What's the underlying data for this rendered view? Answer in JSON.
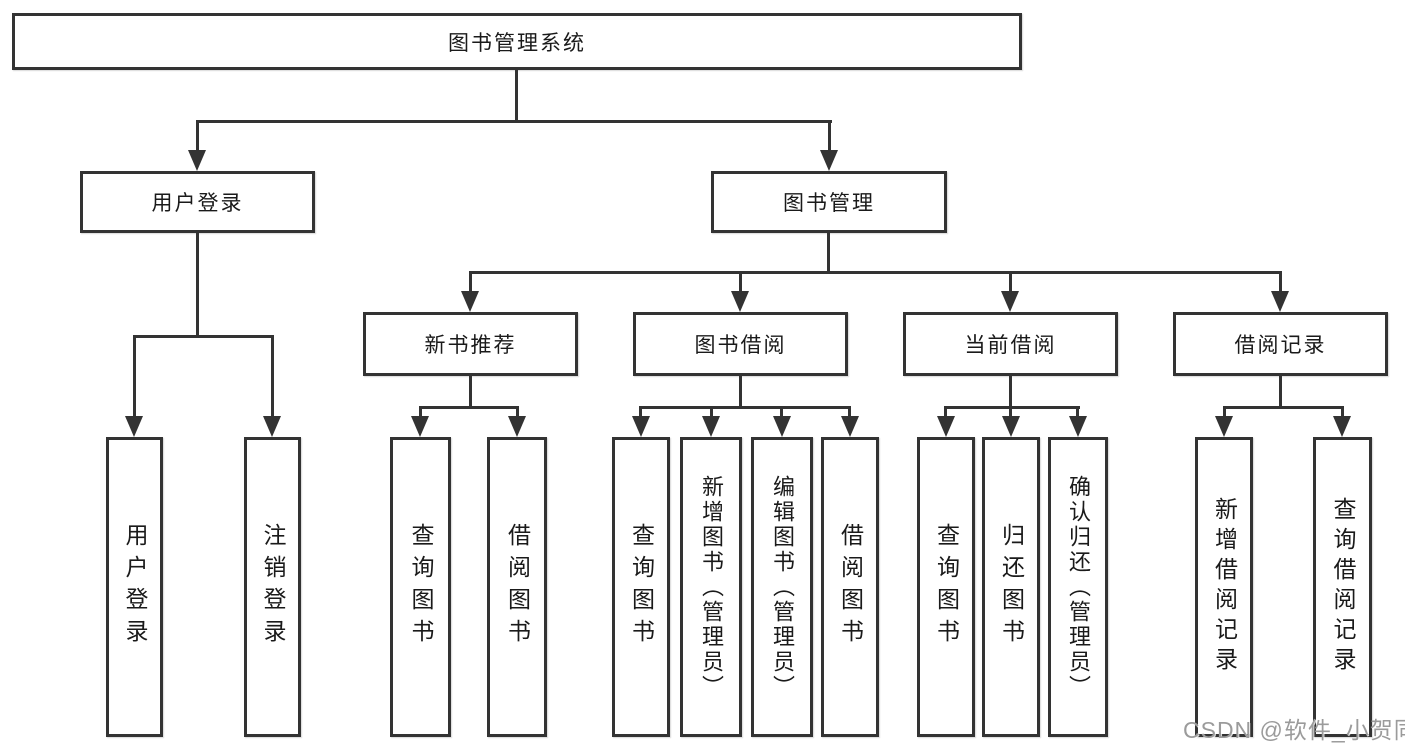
{
  "diagram": {
    "title": "图书管理系统",
    "root": {
      "label": "图书管理系统"
    },
    "level1": [
      {
        "id": "user-login",
        "label": "用户登录"
      },
      {
        "id": "book-management",
        "label": "图书管理"
      }
    ],
    "level2": [
      {
        "id": "new-book-recommend",
        "parent": "book-management",
        "label": "新书推荐"
      },
      {
        "id": "book-borrowing",
        "parent": "book-management",
        "label": "图书借阅"
      },
      {
        "id": "current-borrowing",
        "parent": "book-management",
        "label": "当前借阅"
      },
      {
        "id": "borrowing-records",
        "parent": "book-management",
        "label": "借阅记录"
      }
    ],
    "leaves": [
      {
        "parent": "user-login",
        "label": "用户登录"
      },
      {
        "parent": "user-login",
        "label": "注销登录"
      },
      {
        "parent": "new-book-recommend",
        "label": "查询图书"
      },
      {
        "parent": "new-book-recommend",
        "label": "借阅图书"
      },
      {
        "parent": "book-borrowing",
        "label": "查询图书"
      },
      {
        "parent": "book-borrowing",
        "label": "新增图书（管理员）"
      },
      {
        "parent": "book-borrowing",
        "label": "编辑图书（管理员）"
      },
      {
        "parent": "book-borrowing",
        "label": "借阅图书"
      },
      {
        "parent": "current-borrowing",
        "label": "查询图书"
      },
      {
        "parent": "current-borrowing",
        "label": "归还图书"
      },
      {
        "parent": "current-borrowing",
        "label": "确认归还（管理员）"
      },
      {
        "parent": "borrowing-records",
        "label": "新增借阅记录"
      },
      {
        "parent": "borrowing-records",
        "label": "查询借阅记录"
      }
    ]
  },
  "watermark": {
    "text": "CSDN @软件_小贺同学"
  },
  "colors": {
    "line": "#333333",
    "box_border": "#333333",
    "text": "#1a1a1a",
    "watermark": "#9b9b9b",
    "background": "#ffffff"
  }
}
